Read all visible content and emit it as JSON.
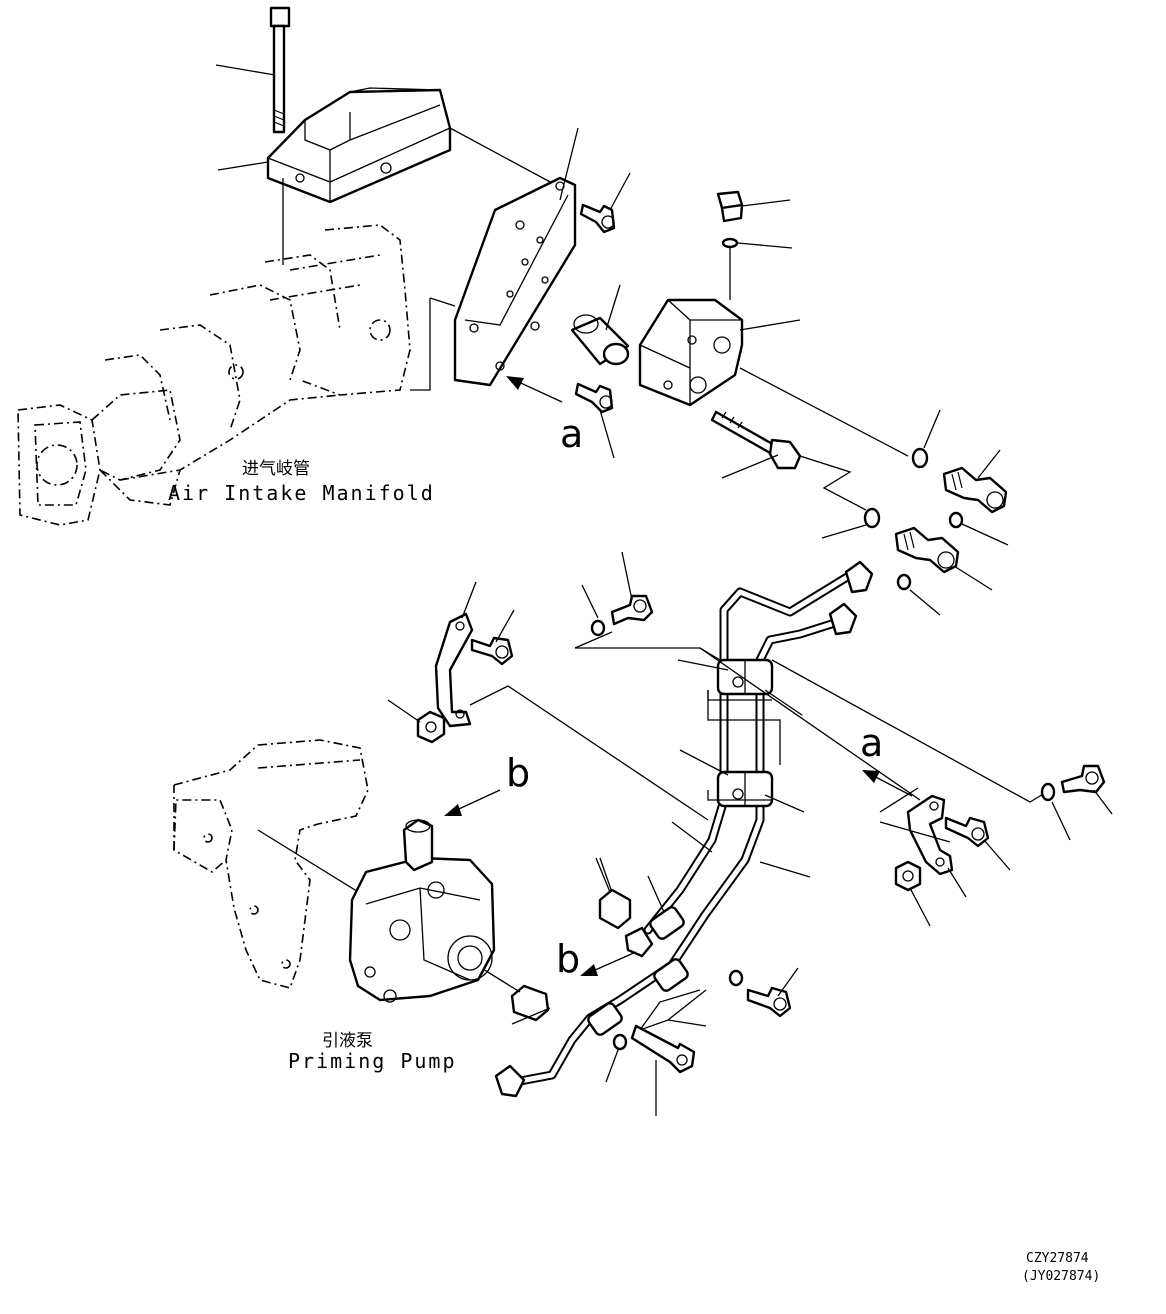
{
  "labels": {
    "air_intake_manifold_cn": "进气岐管",
    "air_intake_manifold_en": "Air Intake Manifold",
    "priming_pump_cn": "引液泵",
    "priming_pump_en": "Priming Pump",
    "view_a": "a",
    "view_b": "b",
    "drawing_code": "CZY27874",
    "drawing_code_alt": "(JY027874)"
  }
}
